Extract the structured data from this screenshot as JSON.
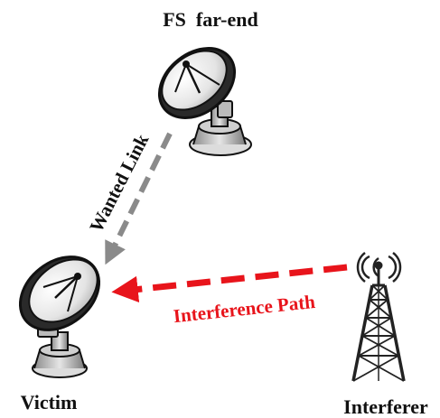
{
  "labels": {
    "fs_far_end": "FS  far-end",
    "victim": "Victim",
    "interferer": "Interferer",
    "wanted_link": "Wanted Link",
    "interference_path": "Interference Path"
  },
  "colors": {
    "wanted_link": "#8a8a8a",
    "interference_path": "#e8141b",
    "dish_dark": "#1a1a1a",
    "dish_face": "#eeeeee",
    "tower": "#222222"
  },
  "icons": {
    "far_end": "satellite-dish-icon",
    "victim": "satellite-dish-icon",
    "interferer": "cell-tower-icon"
  }
}
